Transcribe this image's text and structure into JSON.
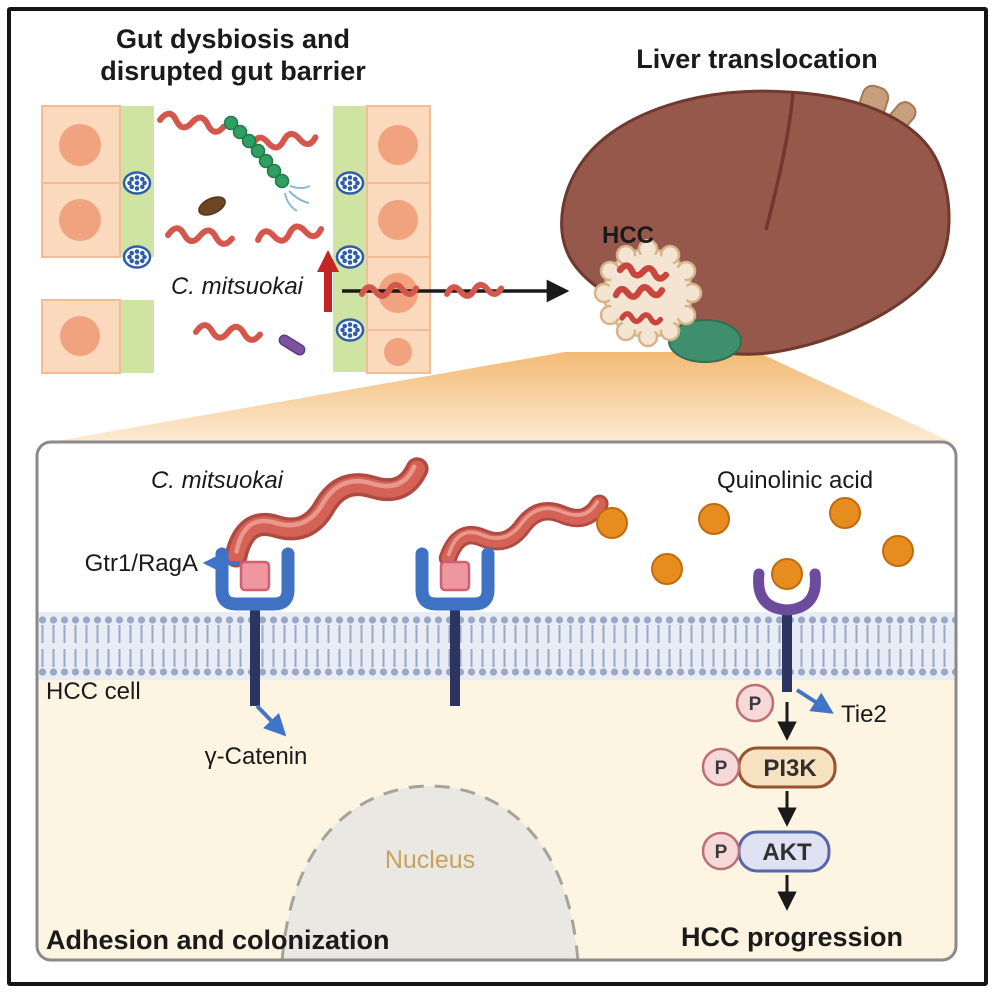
{
  "figure": {
    "gut_panel": {
      "title_line1": "Gut dysbiosis and",
      "title_line2": "disrupted gut barrier",
      "bacterium_label": "C. mitsuokai"
    },
    "liver_panel": {
      "title": "Liver translocation",
      "tumor_label": "HCC"
    },
    "cell_panel": {
      "bacterium_label": "C. mitsuokai",
      "metabolite_label": "Quinolinic acid",
      "adhesin_label": "Gtr1/RagA",
      "cell_label": "HCC cell",
      "catenin_label": "γ-Catenin",
      "receptor_label": "Tie2",
      "phospho_label": "P",
      "kinase1_label": "PI3K",
      "kinase2_label": "AKT",
      "nucleus_label": "Nucleus",
      "caption_left": "Adhesion and colonization",
      "caption_right": "HCC progression"
    },
    "colors": {
      "bacterium_red": "#d46256",
      "quinolinic_orange": "#e78c1e",
      "membrane_blue": "#9aa8c6",
      "receptor_blue": "#4072c4",
      "receptor_purple": "#6b4b9b",
      "phospho_pink": "#f7d8d9",
      "pi3k_fill": "#f6e2c0",
      "pi3k_border": "#96522a",
      "akt_fill": "#dee2f2",
      "akt_border": "#5567a8",
      "cell_cream": "#fdf5e1",
      "liver_brown": "#96584a",
      "gallbladder_green": "#3f8f6d",
      "epithelium_peach": "#fbd9bc",
      "mucus_green": "#cfe3a2",
      "arrow_red": "#c42424"
    }
  }
}
